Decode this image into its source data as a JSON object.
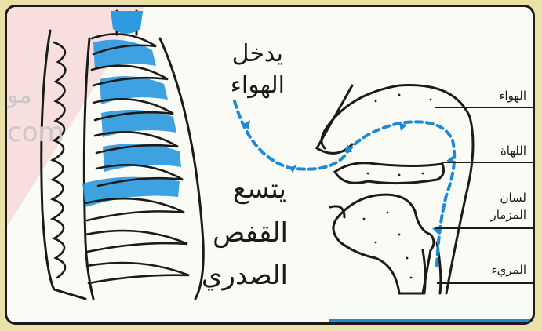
{
  "watermark": {
    "line1": "مو",
    "line2": "com"
  },
  "caption": {
    "air_enters_1": "يدخل",
    "air_enters_2": "الهواء",
    "expands_1": "يتسع",
    "expands_2": "القفص",
    "expands_3": "الصدري"
  },
  "labels": {
    "air": "الهواء",
    "uvula": "اللهاة",
    "epiglottis_1": "لسان",
    "epiglottis_2": "المزمار",
    "esophagus": "المريء"
  },
  "colors": {
    "airflow": "#1e8ad6",
    "lung": "#2e9be0",
    "outline": "#1b1b1b",
    "frame_bg": "#fbfbf6",
    "page_bg": "#e9e1a8"
  }
}
